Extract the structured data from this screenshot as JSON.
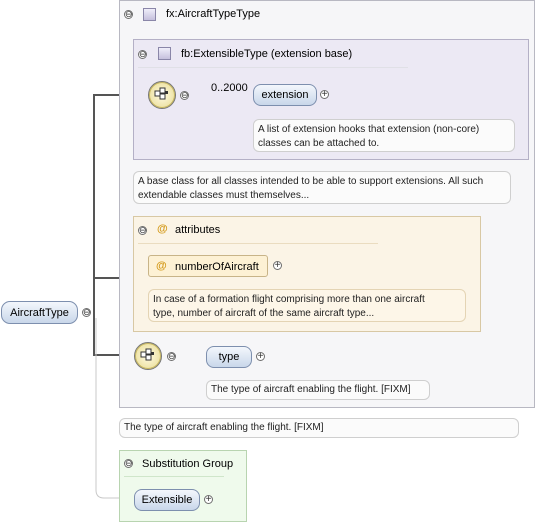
{
  "root": {
    "label": "AircraftType"
  },
  "complex_type": {
    "title": "fx:AircraftTypeType"
  },
  "extension": {
    "title": "fb:ExtensibleType (extension base)",
    "element_label": "extension",
    "occurrence": "0..2000",
    "note_line1": "A list of extension hooks that extension (non-core)",
    "note_line2": "classes can be attached to."
  },
  "base_note": {
    "line1": "A base class for all classes intended to be able to support extensions. All such",
    "line2": "extendable classes must themselves..."
  },
  "attributes": {
    "title": "attributes",
    "symbol": "@",
    "attribute_label": "numberOfAircraft",
    "note_line1": "In case of a formation flight comprising more than one aircraft",
    "note_line2": "type, number of aircraft of the same aircraft type..."
  },
  "type_element": {
    "label": "type",
    "note": "The type of aircraft enabling the flight. [FIXM]"
  },
  "root_note": "The type of aircraft enabling the flight. [FIXM]",
  "substitution": {
    "title": "Substitution Group",
    "element_label": "Extensible"
  },
  "icons": {
    "collapse": "⊖",
    "expand": "+",
    "sequence": "sequence-compositor-icon",
    "type_square": "complex-type-icon"
  }
}
